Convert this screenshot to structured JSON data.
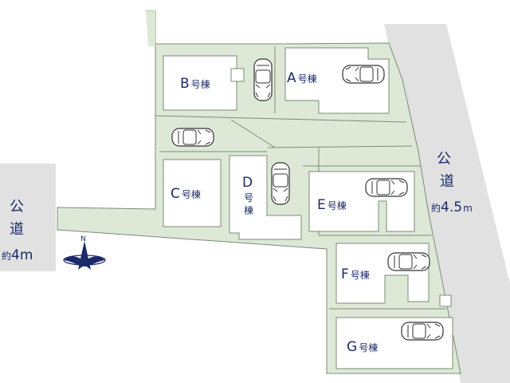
{
  "roads": {
    "west": {
      "kanji1": "公",
      "kanji2": "道",
      "prefix": "約",
      "width": "4m"
    },
    "east": {
      "kanji1": "公",
      "kanji2": "道",
      "prefix": "約",
      "width": "4.5",
      "unit": "m"
    }
  },
  "compass": {
    "label": "N"
  },
  "buildings": {
    "A": {
      "letter": "A",
      "suffix": "号棟"
    },
    "B": {
      "letter": "B",
      "suffix": "号棟"
    },
    "C": {
      "letter": "C",
      "suffix": "号棟"
    },
    "D": {
      "letter": "D",
      "char1": "号",
      "char2": "棟"
    },
    "E": {
      "letter": "E",
      "suffix": "号棟"
    },
    "F": {
      "letter": "F",
      "suffix": "号棟"
    },
    "G": {
      "letter": "G",
      "suffix": "号棟"
    }
  },
  "colors": {
    "lot": "#dde9d6",
    "house": "#ffffff",
    "line": "#7c8a75",
    "road": "#e1e1e1",
    "text": "#1c2a6b"
  }
}
